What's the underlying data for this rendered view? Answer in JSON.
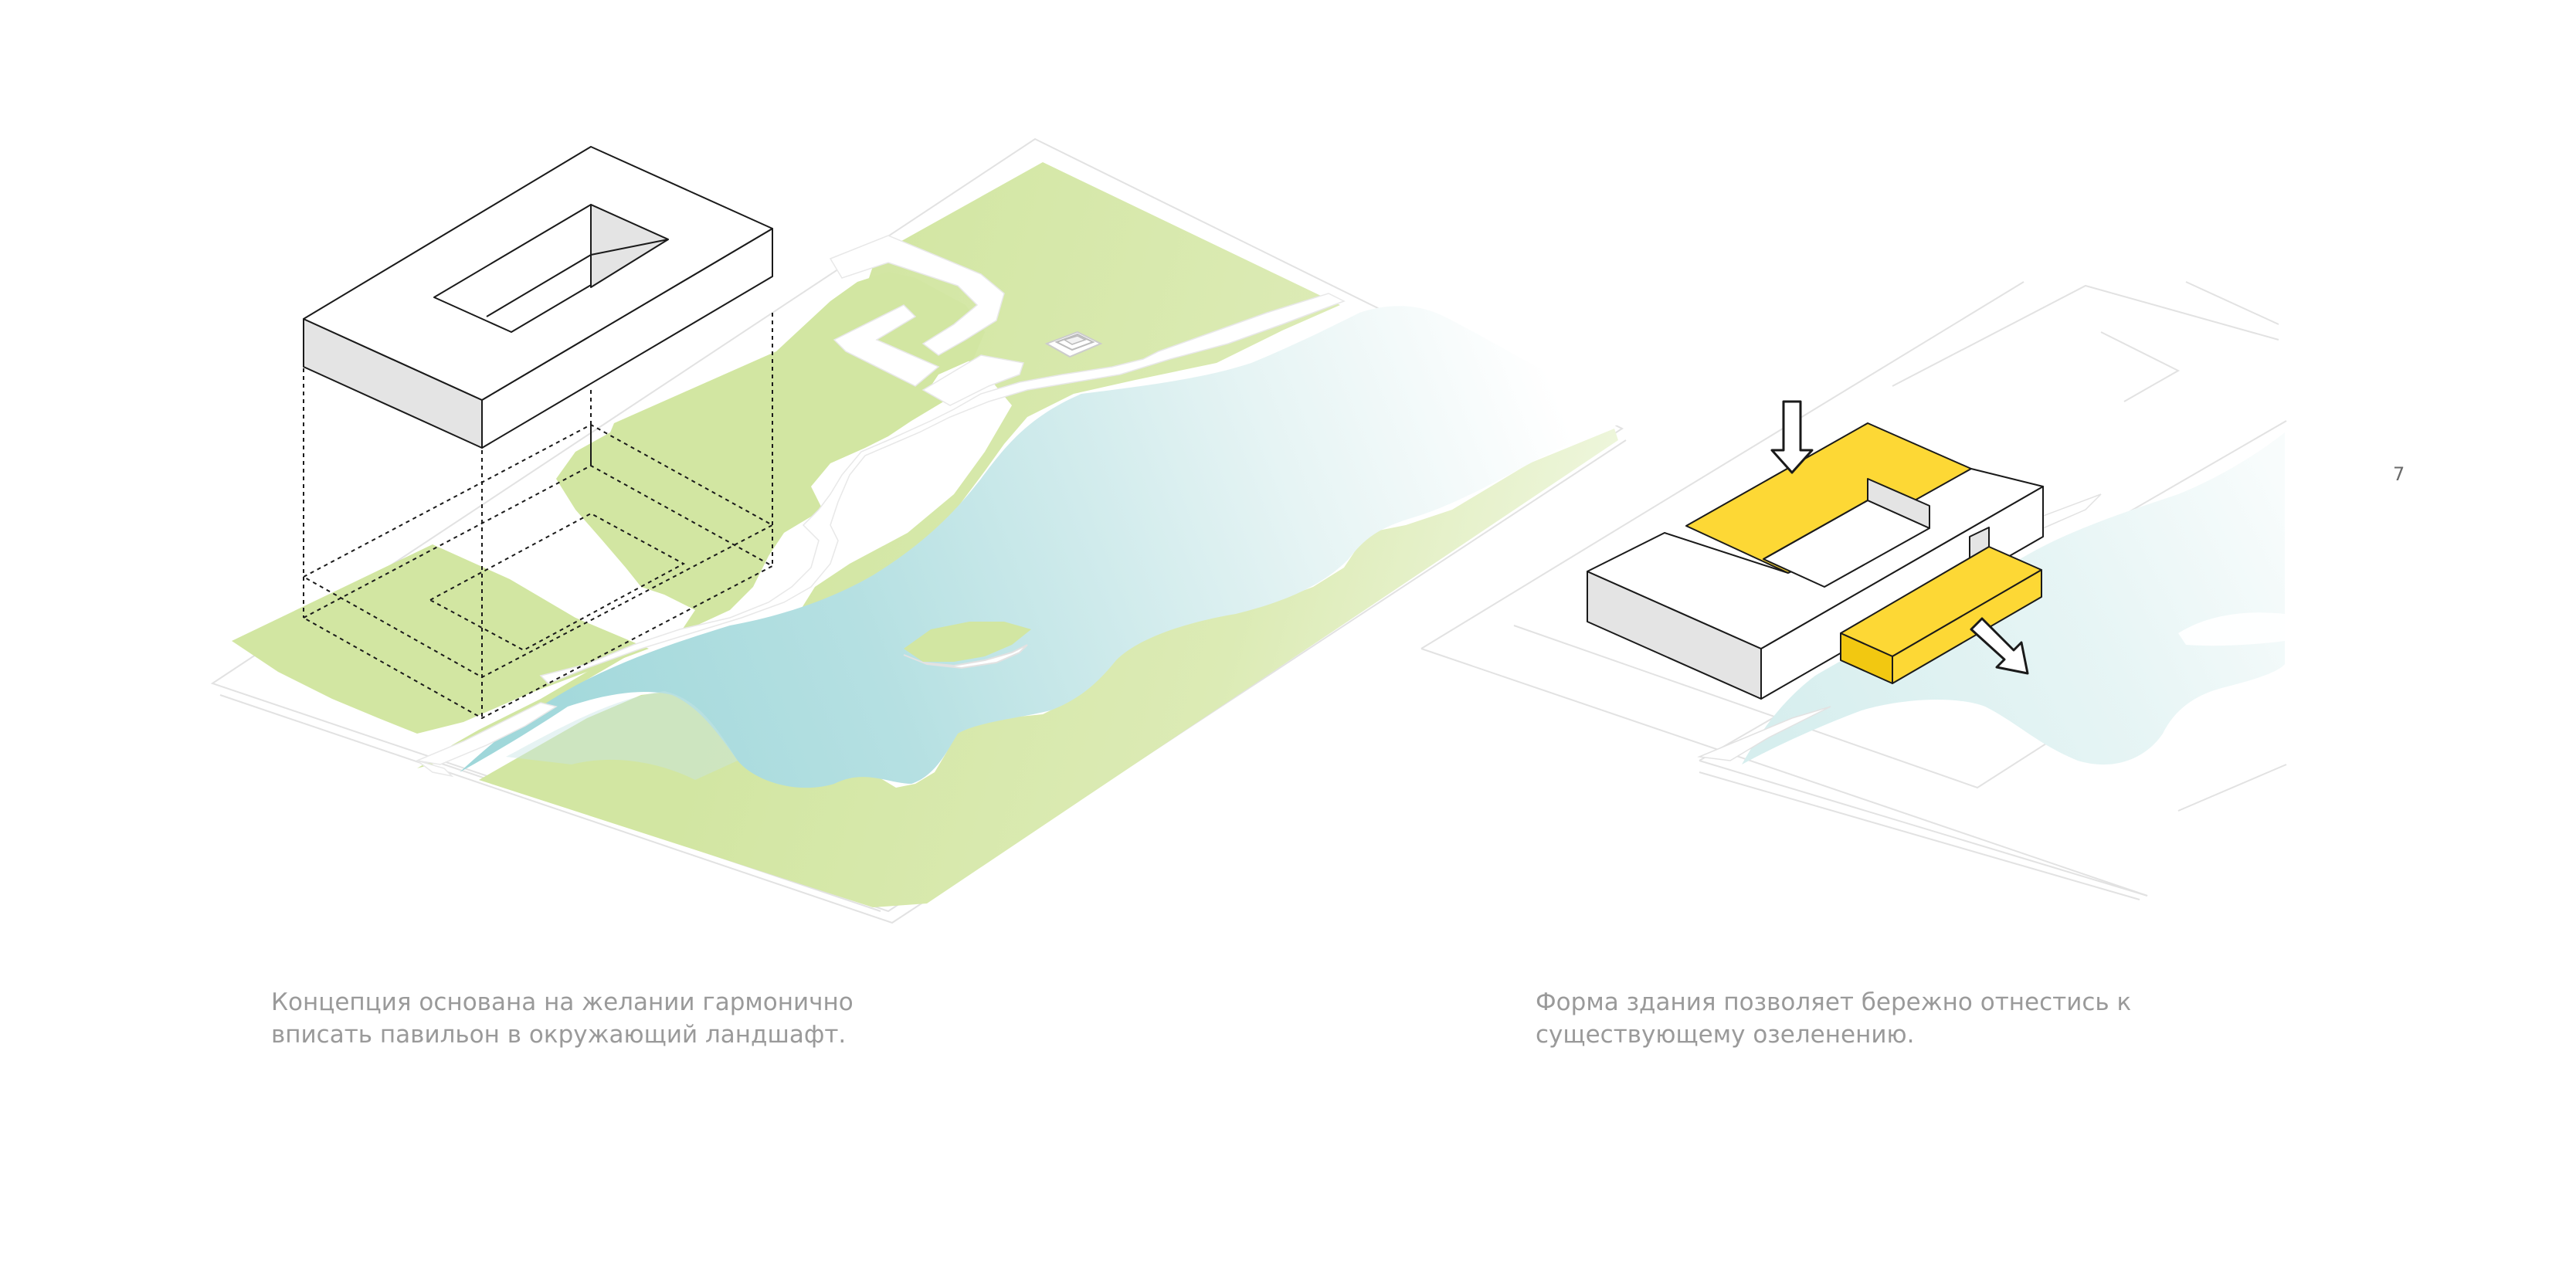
{
  "page": {
    "number": "7",
    "background": "#ffffff"
  },
  "colors": {
    "grass": "#d2e6a2",
    "water_deep": "#a7dbdd",
    "water_light": "#ffffff",
    "building_accent": "#fdd835",
    "building_side": "#e4e4e4",
    "outline": "#1a1a1a",
    "site_line": "#e2e2e2",
    "caption_text": "#9a9a9a"
  },
  "diagrams": [
    {
      "id": "concept-landscape",
      "elements": [
        "site-plan",
        "water-body",
        "green-zones",
        "island",
        "floating-building-volume",
        "dashed-projection",
        "gazebo"
      ]
    },
    {
      "id": "building-form",
      "elements": [
        "site-plan",
        "water-body",
        "u-shaped-building",
        "yellow-wing",
        "yellow-block",
        "arrow-down-icon",
        "arrow-diagonal-icon"
      ]
    }
  ],
  "captions": {
    "left": {
      "line1": "Концепция основана на желании гармонично",
      "line2": "вписать павильон в окружающий ландшафт."
    },
    "right": {
      "line1": "Форма здания позволяет бережно отнестись к",
      "line2": "существующему озеленению."
    }
  }
}
